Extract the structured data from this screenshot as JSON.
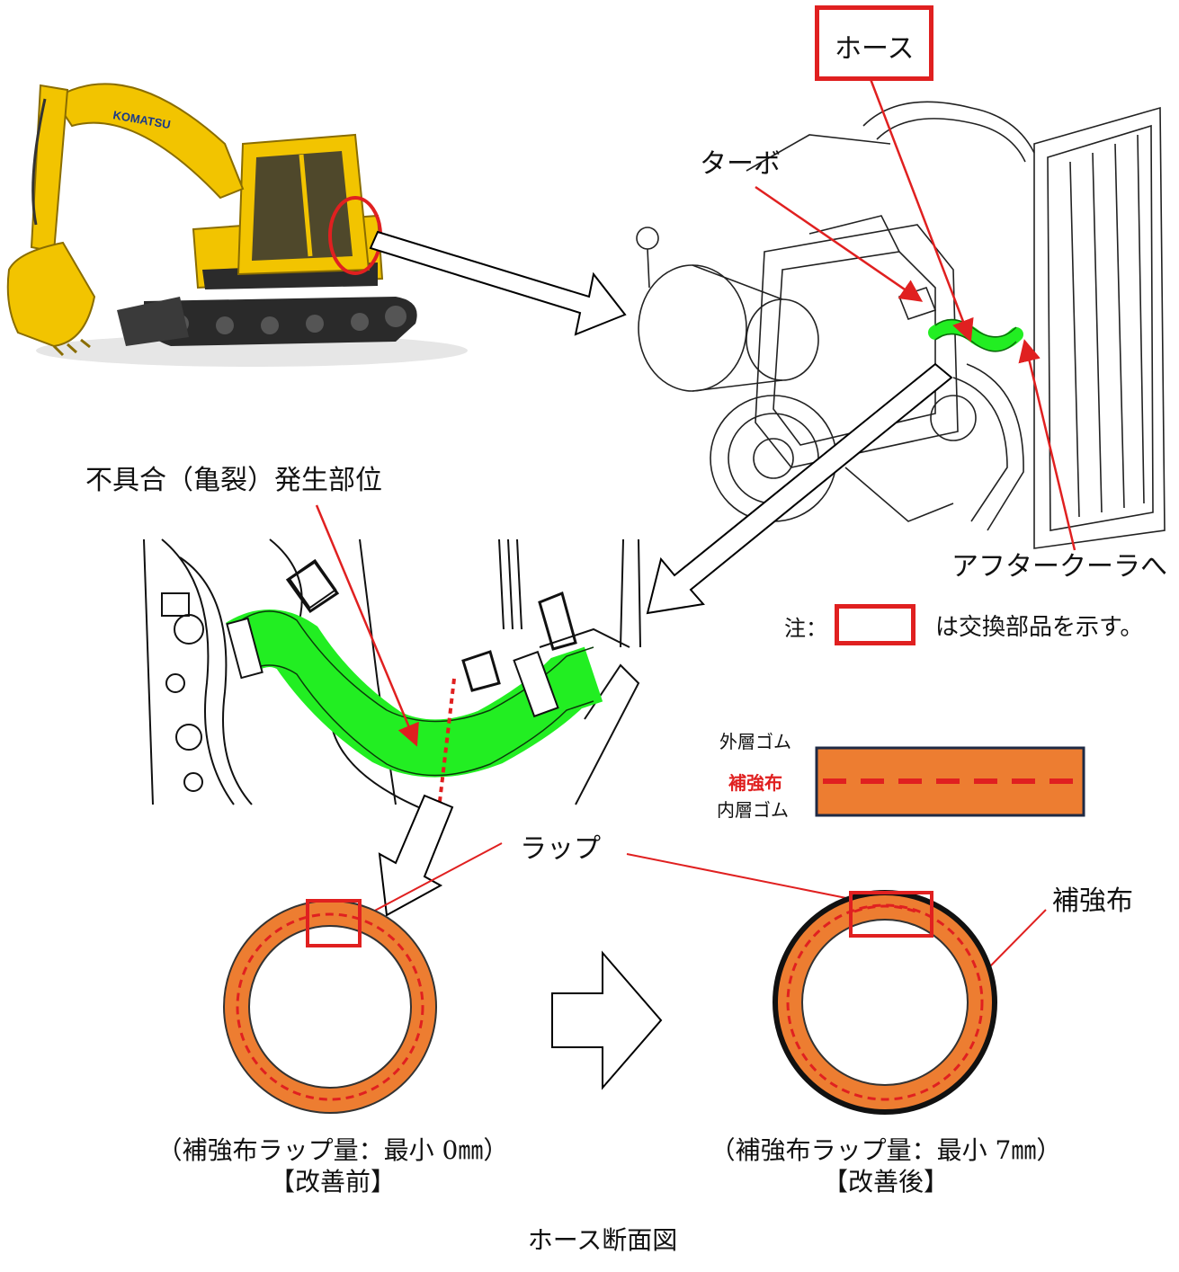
{
  "labels": {
    "hose": "ホース",
    "turbo": "ターボ",
    "to_aftercooler": "アフタークーラへ",
    "defect_location": "不具合（亀裂）発生部位",
    "note_prefix": "注：",
    "note_suffix": "は交換部品を示す。",
    "outer_rubber": "外層ゴム",
    "reinforcement_fabric_small": "補強布",
    "inner_rubber": "内層ゴム",
    "wrap": "ラップ",
    "reinforcement_fabric": "補強布"
  },
  "logo_text": "KOMATSU",
  "captions": {
    "before_detail": "（補強布ラップ量：最小 0㎜）",
    "before_title": "【改善前】",
    "after_detail": "（補強布ラップ量：最小 7㎜）",
    "after_title": "【改善後】",
    "section_title": "ホース断面図"
  },
  "colors": {
    "callout_red": "#e02020",
    "hose_green": "#22ee22",
    "hose_orange": "#ed7d31",
    "layer_border": "#1f2a44",
    "machine_yellow": "#f2c400"
  },
  "icons": [
    "excavator-illustration",
    "engine-drawing",
    "hose-closeup-drawing",
    "right-arrow-icon"
  ]
}
